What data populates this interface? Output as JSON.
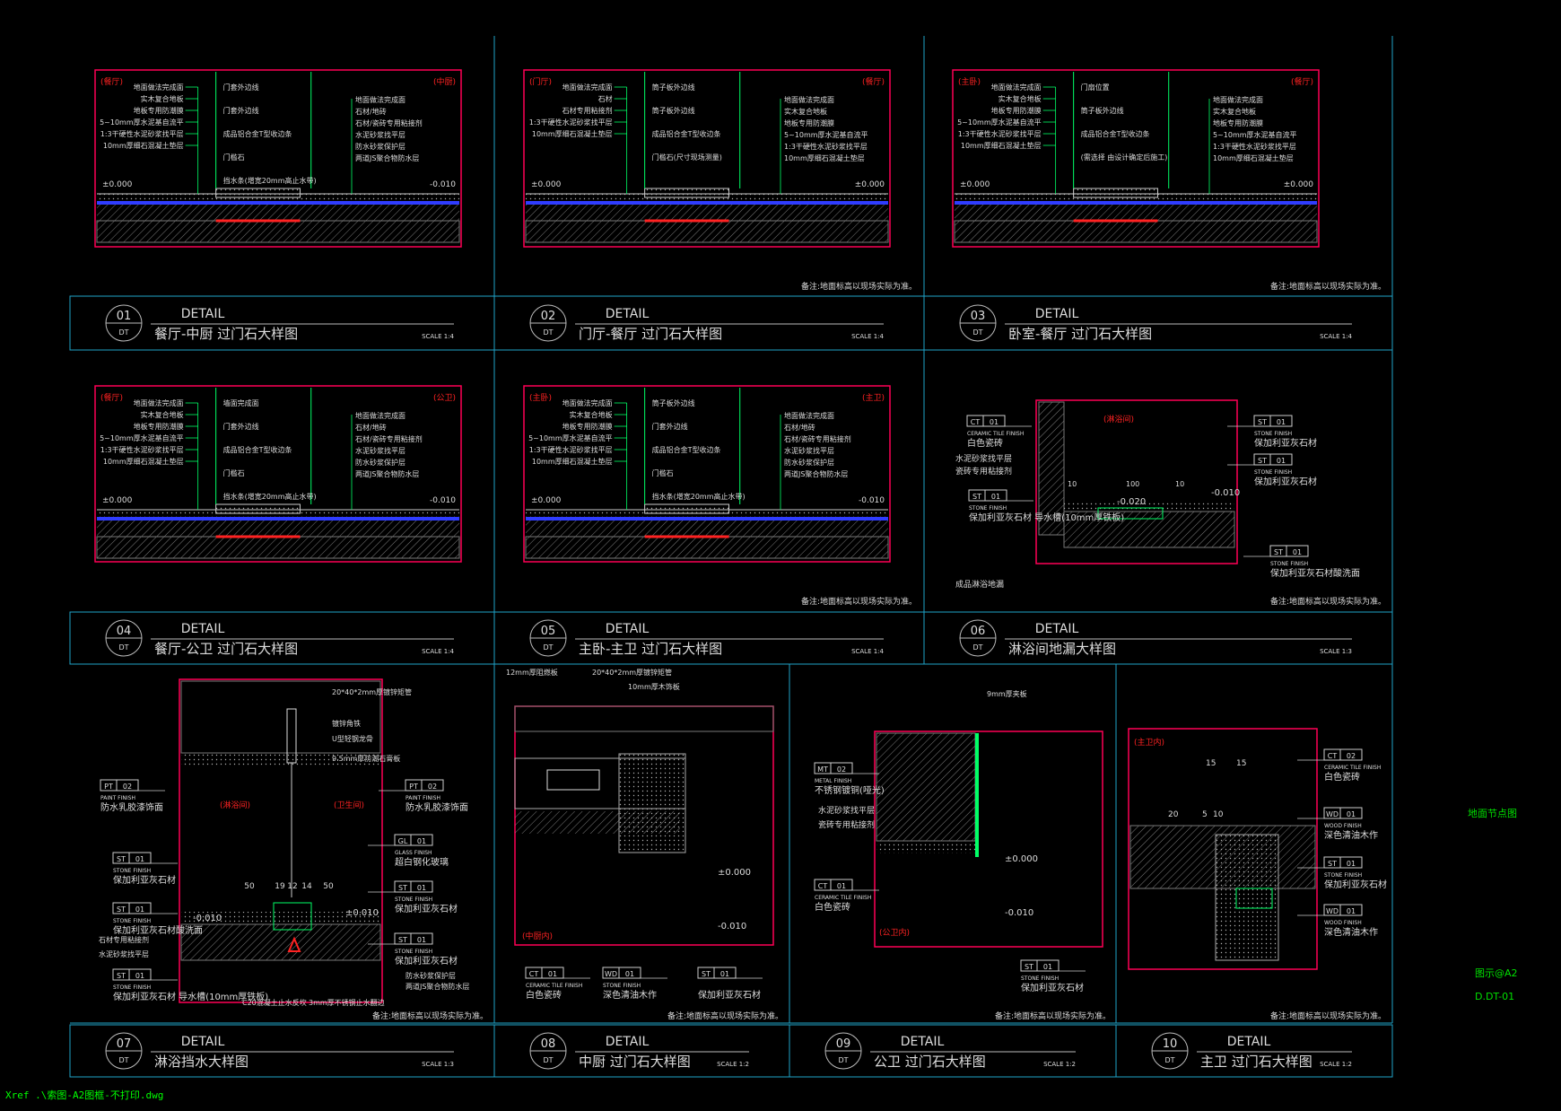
{
  "sheet": {
    "xref_path": "Xref .\\索图-A2图框-不打印.dwg",
    "side_title": "地面节点图",
    "sheet_scale": "图示@A2",
    "sheet_code": "D.DT-01",
    "note": "备注:地面标高以现场实际为准。",
    "detail_word": "DETAIL",
    "code_dt": "DT"
  },
  "details": [
    {
      "num": "01",
      "title": "餐厅-中厨 过门石大样图",
      "scale": "SCALE 1:4",
      "left_room": "(餐厅)",
      "right_room": "(中厨)",
      "lev_left": "±0.000",
      "lev_right": "-0.010",
      "left_notes": [
        "地面做法完成面",
        "实木复合地板",
        "地板专用防潮膜",
        "5~10mm厚水泥基自流平",
        "1:3干硬性水泥砂浆找平层",
        "10mm厚细石混凝土垫层"
      ],
      "mid_notes": [
        "门套外边线",
        "门套外边线",
        "成品铝合金T型收边条",
        "门槛石",
        "挡水条(增宽20mm高止水带)"
      ],
      "right_notes": [
        "地面做法完成面",
        "石材/地砖",
        "石材/瓷砖专用粘接剂",
        "水泥砂浆找平层",
        "防水砂浆保护层",
        "两道JS聚合物防水层"
      ]
    },
    {
      "num": "02",
      "title": "门厅-餐厅 过门石大样图",
      "scale": "SCALE 1:4",
      "left_room": "(门厅)",
      "right_room": "(餐厅)",
      "lev_left": "±0.000",
      "lev_right": "±0.000",
      "left_notes": [
        "地面做法完成面",
        "石材",
        "石材专用粘接剂",
        "1:3干硬性水泥砂浆找平层",
        "10mm厚细石混凝土垫层"
      ],
      "mid_notes": [
        "筒子板外边线",
        "筒子板外边线",
        "成品铝合金T型收边条",
        "门槛石(尺寸现场测量)"
      ],
      "right_notes": [
        "地面做法完成面",
        "实木复合地板",
        "地板专用防潮膜",
        "5~10mm厚水泥基自流平",
        "1:3干硬性水泥砂浆找平层",
        "10mm厚细石混凝土垫层"
      ]
    },
    {
      "num": "03",
      "title": "卧室-餐厅 过门石大样图",
      "scale": "SCALE 1:4",
      "left_room": "(主卧)",
      "right_room": "(餐厅)",
      "lev_left": "±0.000",
      "lev_right": "±0.000",
      "left_notes": [
        "地面做法完成面",
        "实木复合地板",
        "地板专用防潮膜",
        "5~10mm厚水泥基自流平",
        "1:3干硬性水泥砂浆找平层",
        "10mm厚细石混凝土垫层"
      ],
      "mid_notes": [
        "门扇位置",
        "筒子板外边线",
        "成品铝合金T型收边条",
        "(需选择 由设计确定后施工)"
      ],
      "right_notes": [
        "地面做法完成面",
        "实木复合地板",
        "地板专用防潮膜",
        "5~10mm厚水泥基自流平",
        "1:3干硬性水泥砂浆找平层",
        "10mm厚细石混凝土垫层"
      ]
    },
    {
      "num": "04",
      "title": "餐厅-公卫 过门石大样图",
      "scale": "SCALE 1:4",
      "left_room": "(餐厅)",
      "right_room": "(公卫)",
      "lev_left": "±0.000",
      "lev_right": "-0.010",
      "left_notes": [
        "地面做法完成面",
        "实木复合地板",
        "地板专用防潮膜",
        "5~10mm厚水泥基自流平",
        "1:3干硬性水泥砂浆找平层",
        "10mm厚细石混凝土垫层"
      ],
      "mid_notes": [
        "墙面完成面",
        "门套外边线",
        "成品铝合金T型收边条",
        "门槛石",
        "挡水条(增宽20mm高止水带)"
      ],
      "right_notes": [
        "地面做法完成面",
        "石材/地砖",
        "石材/瓷砖专用粘接剂",
        "水泥砂浆找平层",
        "防水砂浆保护层",
        "两道JS聚合物防水层"
      ]
    },
    {
      "num": "05",
      "title": "主卧-主卫 过门石大样图",
      "scale": "SCALE 1:4",
      "left_room": "(主卧)",
      "right_room": "(主卫)",
      "lev_left": "±0.000",
      "lev_right": "-0.010",
      "left_notes": [
        "地面做法完成面",
        "实木复合地板",
        "地板专用防潮膜",
        "5~10mm厚水泥基自流平",
        "1:3干硬性水泥砂浆找平层",
        "10mm厚细石混凝土垫层"
      ],
      "mid_notes": [
        "筒子板外边线",
        "门套外边线",
        "成品铝合金T型收边条",
        "门槛石",
        "挡水条(增宽20mm高止水带)"
      ],
      "right_notes": [
        "地面做法完成面",
        "石材/地砖",
        "石材/瓷砖专用粘接剂",
        "水泥砂浆找平层",
        "防水砂浆保护层",
        "两道JS聚合物防水层"
      ]
    },
    {
      "num": "06",
      "title": "淋浴间地漏大样图",
      "scale": "SCALE 1:3",
      "room": "(淋浴间)",
      "tags": [
        {
          "code": "CT",
          "id": "01",
          "finish": "CERAMIC TILE FINISH",
          "desc": "白色瓷砖"
        },
        {
          "code": "ST",
          "id": "01",
          "finish": "STONE FINISH",
          "desc": "保加利亚灰石材"
        },
        {
          "code": "ST",
          "id": "01",
          "finish": "STONE FINISH",
          "desc": "保加利亚灰石材"
        },
        {
          "code": "ST",
          "id": "01",
          "finish": "STONE FINISH",
          "desc": "保加利亚灰石材 导水槽(10mm厚铁板)"
        },
        {
          "code": "ST",
          "id": "01",
          "finish": "STONE FINISH",
          "desc": "保加利亚灰石材酸洗面"
        }
      ],
      "notes": [
        "水泥砂浆找平层",
        "瓷砖专用粘接剂",
        "成品淋浴地漏"
      ],
      "dims": [
        "10",
        "100",
        "10"
      ],
      "lev_a": "-0.020",
      "lev_b": "-0.010"
    },
    {
      "num": "07",
      "title": "淋浴挡水大样图",
      "scale": "SCALE 1:3",
      "rooms": [
        "(淋浴间)",
        "(卫生间)"
      ],
      "tags": [
        {
          "code": "PT",
          "id": "02",
          "finish": "PAINT FINISH",
          "desc": "防水乳胶漆饰面"
        },
        {
          "code": "PT",
          "id": "02",
          "finish": "PAINT FINISH",
          "desc": "防水乳胶漆饰面"
        },
        {
          "code": "GL",
          "id": "01",
          "finish": "GLASS FINISH",
          "desc": "超白钢化玻璃"
        },
        {
          "code": "ST",
          "id": "01",
          "finish": "STONE FINISH",
          "desc": "保加利亚灰石材"
        },
        {
          "code": "ST",
          "id": "01",
          "finish": "STONE FINISH",
          "desc": "保加利亚灰石材"
        },
        {
          "code": "ST",
          "id": "01",
          "finish": "STONE FINISH",
          "desc": "保加利亚灰石材酸洗面"
        },
        {
          "code": "ST",
          "id": "01",
          "finish": "STONE FINISH",
          "desc": "保加利亚灰石材"
        },
        {
          "code": "ST",
          "id": "01",
          "finish": "STONE FINISH",
          "desc": "保加利亚灰石材 导水槽(10mm厚铁板)"
        }
      ],
      "notes": [
        "20*40*2mm厚镀锌矩管",
        "镀锌角铁",
        "U型轻钢龙骨",
        "9.5mm厚防潮石膏板",
        "石材专用粘接剂",
        "水泥砂浆找平层",
        "防水砂浆保护层",
        "两道JS聚合物防水层",
        "C20混凝土止水反坎",
        "3mm厚不锈钢止水翻边"
      ],
      "dims": [
        "50",
        "19",
        "12",
        "14",
        "50"
      ],
      "lev_a": "-0.010",
      "lev_b": "±0.010"
    },
    {
      "num": "08",
      "title": "中厨 过门石大样图",
      "scale": "SCALE 1:2",
      "room": "(中厨内)",
      "tags": [
        {
          "code": "CT",
          "id": "01",
          "finish": "CERAMIC TILE FINISH",
          "desc": "白色瓷砖"
        },
        {
          "code": "WD",
          "id": "01",
          "finish": "STONE FINISH",
          "desc": "深色清油木作"
        },
        {
          "code": "ST",
          "id": "01",
          "finish": "",
          "desc": "保加利亚灰石材"
        }
      ],
      "notes": [
        "12mm厚阻燃板",
        "20*40*2mm厚镀锌矩管",
        "10mm厚木饰板"
      ],
      "lev_a": "±0.000",
      "lev_b": "-0.010"
    },
    {
      "num": "09",
      "title": "公卫 过门石大样图",
      "scale": "SCALE 1:2",
      "room": "(公卫内)",
      "tags": [
        {
          "code": "MT",
          "id": "02",
          "finish": "METAL FINISH",
          "desc": "不锈钢镀铜(哑光)"
        },
        {
          "code": "CT",
          "id": "01",
          "finish": "CERAMIC TILE FINISH",
          "desc": "白色瓷砖"
        },
        {
          "code": "ST",
          "id": "01",
          "finish": "STONE FINISH",
          "desc": "保加利亚灰石材"
        }
      ],
      "notes": [
        "9mm厚夹板",
        "水泥砂浆找平层",
        "瓷砖专用粘接剂"
      ],
      "lev_a": "±0.000",
      "lev_b": "-0.010"
    },
    {
      "num": "10",
      "title": "主卫 过门石大样图",
      "scale": "SCALE 1:2",
      "room": "(主卫内)",
      "tags": [
        {
          "code": "CT",
          "id": "02",
          "finish": "CERAMIC TILE FINISH",
          "desc": "白色瓷砖"
        },
        {
          "code": "WD",
          "id": "01",
          "finish": "WOOD FINISH",
          "desc": "深色清油木作"
        },
        {
          "code": "ST",
          "id": "01",
          "finish": "STONE FINISH",
          "desc": "保加利亚灰石材"
        },
        {
          "code": "WD",
          "id": "01",
          "finish": "WOOD FINISH",
          "desc": "深色清油木作"
        }
      ],
      "dims": [
        "15",
        "15",
        "20",
        "5",
        "10"
      ]
    }
  ],
  "colors": {
    "frame": "#1fa3c9",
    "outline": "#ff0055",
    "leader": "#00ff66",
    "text": "#e6e6e6",
    "accent": "#00ffff",
    "room": "#ff2222",
    "screed": "#2f3cff"
  }
}
